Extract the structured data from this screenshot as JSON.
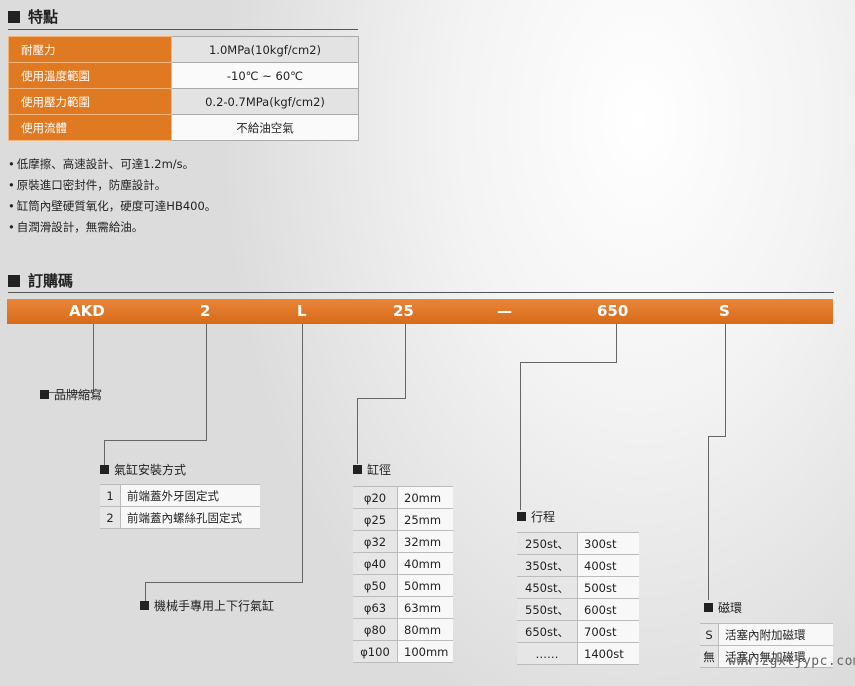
{
  "features": {
    "title": "特點",
    "rows": [
      {
        "label": "耐壓力",
        "value": "1.0MPa(10kgf/cm2)"
      },
      {
        "label": "使用溫度範圍",
        "value": "-10℃ ~ 60℃"
      },
      {
        "label": "使用壓力範圍",
        "value": "0.2-0.7MPa(kgf/cm2)"
      },
      {
        "label": "使用流體",
        "value": "不給油空氣"
      }
    ],
    "bullets": [
      "低摩擦、高速設計、可達1.2m/s。",
      "原裝進口密封件，防塵設計。",
      "缸筒內壁硬質氧化，硬度可達HB400。",
      "自潤滑設計，無需給油。"
    ]
  },
  "order": {
    "title": "訂購碼",
    "codes": [
      "AKD",
      "2",
      "L",
      "25",
      "—",
      "650",
      "S"
    ],
    "brand": {
      "title": "品牌縮寫"
    },
    "mount": {
      "title": "氣缸安裝方式",
      "rows": [
        {
          "code": "1",
          "desc": "前端蓋外牙固定式"
        },
        {
          "code": "2",
          "desc": "前端蓋內螺絲孔固定式"
        }
      ]
    },
    "type": {
      "title": "機械手專用上下行氣缸"
    },
    "bore": {
      "title": "缸徑",
      "rows": [
        {
          "code": "φ20",
          "desc": "20mm"
        },
        {
          "code": "φ25",
          "desc": "25mm"
        },
        {
          "code": "φ32",
          "desc": "32mm"
        },
        {
          "code": "φ40",
          "desc": "40mm"
        },
        {
          "code": "φ50",
          "desc": "50mm"
        },
        {
          "code": "φ63",
          "desc": "63mm"
        },
        {
          "code": "φ80",
          "desc": "80mm"
        },
        {
          "code": "φ100",
          "desc": "100mm"
        }
      ]
    },
    "stroke": {
      "title": "行程",
      "rows": [
        {
          "code": "250st、",
          "desc": "300st"
        },
        {
          "code": "350st、",
          "desc": "400st"
        },
        {
          "code": "450st、",
          "desc": "500st"
        },
        {
          "code": "550st、",
          "desc": "600st"
        },
        {
          "code": "650st、",
          "desc": "700st"
        },
        {
          "code": "……",
          "desc": "1400st"
        }
      ]
    },
    "magnet": {
      "title": "磁環",
      "rows": [
        {
          "code": "S",
          "desc": "活塞內附加磁環"
        },
        {
          "code": "無",
          "desc": "活塞內無加磁環"
        }
      ]
    }
  },
  "watermark": "www.zgxljypc.com"
}
